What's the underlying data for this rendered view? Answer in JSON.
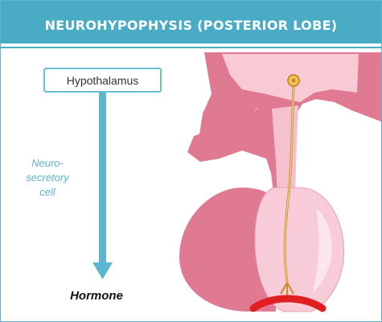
{
  "title": "NEUROHYPOPHYSIS  (POSTERIOR LOBE)",
  "hypothalamus_label": "Hypothalamus",
  "neurosecretory_label": "Neuro-\nsecretory\ncell",
  "hormone_label": "Hormone",
  "colors": {
    "title_bar": "#4aabc5",
    "arrow": "#5bb7cf",
    "gland_dark": "#e0758e",
    "gland_light": "#f6c7d3",
    "axon": "#c98d2e",
    "capillary": "#e02020"
  }
}
